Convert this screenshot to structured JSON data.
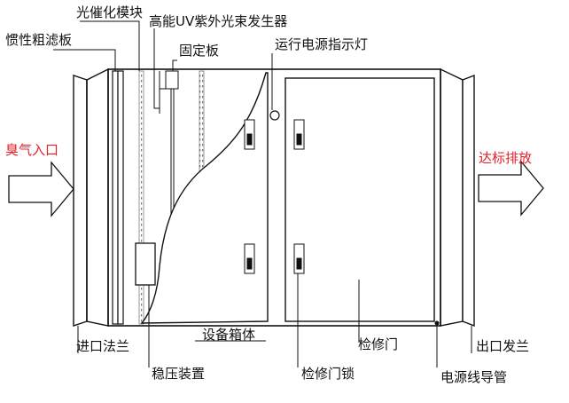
{
  "labels": {
    "photocatalyst_module": "光催化模块",
    "uv_generator": "高能UV紫外光束发生器",
    "prefilter": "惯性粗滤板",
    "fixing_plate": "固定板",
    "power_indicator": "运行电源指示灯",
    "odor_inlet": "臭气入口",
    "exhaust_outlet": "达标排放",
    "inlet_flange": "进口法兰",
    "equipment_box": "设备箱体",
    "access_door": "检修门",
    "outlet_flange": "出口发兰",
    "voltage_regulator": "稳压装置",
    "door_lock": "检修门锁",
    "power_conduit": "电源线导管"
  },
  "colors": {
    "line": "#111111",
    "text": "#111111",
    "accent_red": "#e4202a",
    "arrow_fill": "#ffffff"
  }
}
